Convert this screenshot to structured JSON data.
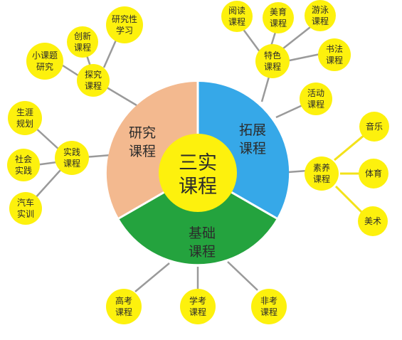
{
  "center": {
    "line1": "三实",
    "line2": "课程"
  },
  "sectors": {
    "research": {
      "line1": "研究",
      "line2": "课程"
    },
    "expansion": {
      "line1": "拓展",
      "line2": "课程"
    },
    "foundation": {
      "line1": "基础",
      "line2": "课程"
    }
  },
  "nodes": {
    "explore": {
      "line1": "探究",
      "line2": "课程"
    },
    "innovation": {
      "line1": "创新",
      "line2": "课程"
    },
    "research_study": {
      "line1": "研究性",
      "line2": "学习"
    },
    "small_topic": {
      "line1": "小课题",
      "line2": "研究"
    },
    "practice": {
      "line1": "实践",
      "line2": "课程"
    },
    "career": {
      "line1": "生涯",
      "line2": "规划"
    },
    "social": {
      "line1": "社会",
      "line2": "实践"
    },
    "auto": {
      "line1": "汽车",
      "line2": "实训"
    },
    "special": {
      "line1": "特色",
      "line2": "课程"
    },
    "reading": {
      "line1": "阅读",
      "line2": "课程"
    },
    "aesthetic": {
      "line1": "美育",
      "line2": "课程"
    },
    "swimming": {
      "line1": "游泳",
      "line2": "课程"
    },
    "calligraphy": {
      "line1": "书法",
      "line2": "课程"
    },
    "activity": {
      "line1": "活动",
      "line2": "课程"
    },
    "quality": {
      "line1": "素养",
      "line2": "课程"
    },
    "music": {
      "line1": "音乐"
    },
    "sports": {
      "line1": "体育"
    },
    "art": {
      "line1": "美术"
    },
    "gaokao": {
      "line1": "高考",
      "line2": "课程"
    },
    "xuekao": {
      "line1": "学考",
      "line2": "课程"
    },
    "feikao": {
      "line1": "非考",
      "line2": "课程"
    }
  },
  "colors": {
    "research_sector": "#f3b98f",
    "expansion_sector": "#36a8e8",
    "foundation_sector": "#24a33e",
    "center": "#fdf10d",
    "bubble": "#fdf10d",
    "connector_gray": "#9a9a9a",
    "connector_yellow": "#f3e21a",
    "divider": "#ffffff"
  }
}
